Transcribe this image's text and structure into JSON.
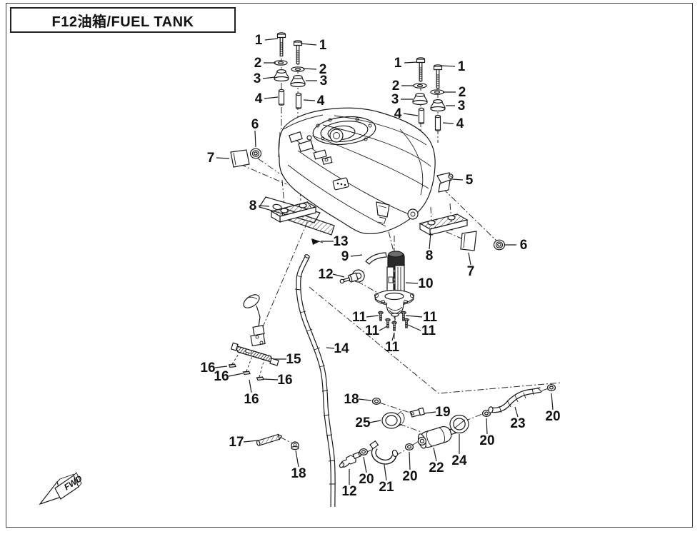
{
  "title": "F12油箱/FUEL TANK",
  "fwd_label": "FWD",
  "line_color": "#1a1a1a",
  "background": "#ffffff",
  "callouts": [
    {
      "label": "1"
    },
    {
      "label": "1"
    },
    {
      "label": "1"
    },
    {
      "label": "1"
    },
    {
      "label": "2"
    },
    {
      "label": "2"
    },
    {
      "label": "2"
    },
    {
      "label": "2"
    },
    {
      "label": "3"
    },
    {
      "label": "3"
    },
    {
      "label": "3"
    },
    {
      "label": "3"
    },
    {
      "label": "4"
    },
    {
      "label": "4"
    },
    {
      "label": "4"
    },
    {
      "label": "4"
    },
    {
      "label": "5"
    },
    {
      "label": "6"
    },
    {
      "label": "6"
    },
    {
      "label": "7"
    },
    {
      "label": "7"
    },
    {
      "label": "8"
    },
    {
      "label": "8"
    },
    {
      "label": "9"
    },
    {
      "label": "10"
    },
    {
      "label": "11"
    },
    {
      "label": "11"
    },
    {
      "label": "11"
    },
    {
      "label": "11"
    },
    {
      "label": "11"
    },
    {
      "label": "12"
    },
    {
      "label": "12"
    },
    {
      "label": "13"
    },
    {
      "label": "14"
    },
    {
      "label": "15"
    },
    {
      "label": "16"
    },
    {
      "label": "16"
    },
    {
      "label": "16"
    },
    {
      "label": "16"
    },
    {
      "label": "17"
    },
    {
      "label": "18"
    },
    {
      "label": "18"
    },
    {
      "label": "19"
    },
    {
      "label": "20"
    },
    {
      "label": "20"
    },
    {
      "label": "20"
    },
    {
      "label": "20"
    },
    {
      "label": "21"
    },
    {
      "label": "22"
    },
    {
      "label": "23"
    },
    {
      "label": "24"
    },
    {
      "label": "25"
    }
  ]
}
